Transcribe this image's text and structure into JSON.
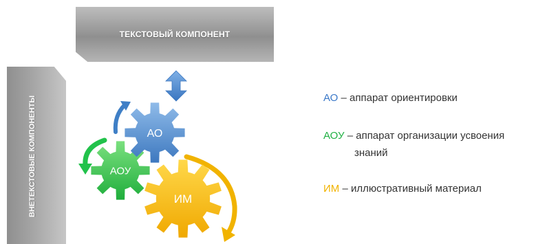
{
  "top_box": {
    "label": "ТЕКСТОВЫЙ КОМПОНЕНТ"
  },
  "side_box": {
    "label": "ВНЕТЕКСТОВЫЕ КОМПОНЕНТЫ"
  },
  "gears": [
    {
      "id": "ao",
      "label": "АО",
      "color": "#4f8fd1"
    },
    {
      "id": "aou",
      "label": "АОУ",
      "color": "#2fc24a"
    },
    {
      "id": "im",
      "label": "ИМ",
      "color": "#f6b800"
    }
  ],
  "colors": {
    "arrow_blue": "#3f7fc6",
    "arrow_green": "#22c24b",
    "arrow_yellow": "#f1b300"
  },
  "legend": {
    "ao": {
      "abbr": "АО",
      "text": " – аппарат ориентировки"
    },
    "aou": {
      "abbr": "АОУ",
      "text": " – аппарат организации усвоения",
      "cont": "знаний"
    },
    "im": {
      "abbr": "ИМ",
      "text": " – иллюстративный материал"
    }
  }
}
